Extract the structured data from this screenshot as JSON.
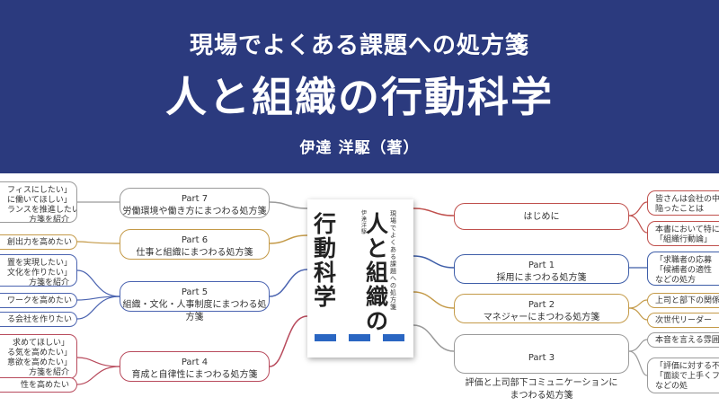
{
  "banner": {
    "subtitle": "現場でよくある課題への処方箋",
    "title": "人と組織の行動科学",
    "author": "伊達 洋駆（著）"
  },
  "book": {
    "title_col1": "人と組織の",
    "title_col2": "行動科学",
    "subtitle": "現場でよくある課題への処方箋",
    "author": "伊達洋駆"
  },
  "parts": {
    "part7": {
      "num": "Part 7",
      "title": "労働環境や働き方にまつわる処方箋"
    },
    "part6": {
      "num": "Part 6",
      "title": "仕事と組織にまつわる処方箋"
    },
    "part5": {
      "num": "Part 5",
      "title": "組織・文化・人事制度にまつわる処方箋"
    },
    "part4": {
      "num": "Part 4",
      "title": "育成と自律性にまつわる処方箋"
    },
    "intro": {
      "title": "はじめに"
    },
    "part1": {
      "num": "Part 1",
      "title": "採用にまつわる処方箋"
    },
    "part2": {
      "num": "Part 2",
      "title": "マネジャーにまつわる処方箋"
    },
    "part3": {
      "num": "Part 3",
      "title": "評価と上司部下コミュニケーションに\nまつわる処方箋"
    }
  },
  "leaves_left": [
    "フィスにしたい」\nに働いてほしい」\nランスを推進したい」\n方箋を紹介",
    "創出力を高めたい",
    "置を実現したい」\n文化を作りたい」\n方箋を紹介",
    "ワークを高めたい",
    "る会社を作りたい",
    "求めてほしい」\nる気を高めたい」\n意欲を高めたい」\n方箋を紹介",
    "性を高めたい"
  ],
  "leaves_right": [
    "皆さんは会社の中で\n陥ったことは",
    "本書において特に\n「組織行動論」",
    "「求職者の応募\n「候補者の適性\nなどの処方",
    "上司と部下の関係",
    "次世代リーダー",
    "本音を言える雰囲",
    "「評価に対する不\n「面談で上手くフィ\nなどの処"
  ],
  "colors": {
    "banner": "#2b3a7e",
    "part7": "#9a9a9a",
    "part6": "#c49a48",
    "part5": "#4a63b0",
    "part4": "#b84a5c",
    "intro": "#c0504d",
    "part1": "#3d5da8",
    "part2": "#c49a48",
    "part3": "#9a9a9a",
    "book_tag": "#2a66c2"
  }
}
